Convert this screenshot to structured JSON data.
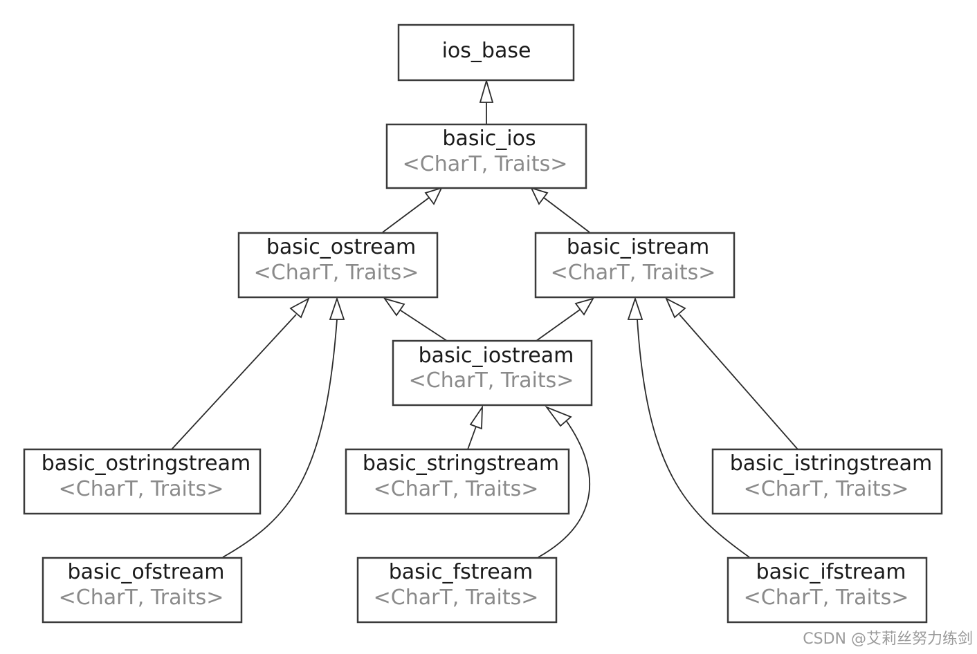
{
  "nodes": {
    "ios_base": {
      "name": "ios_base",
      "params": ""
    },
    "basic_ios": {
      "name": "basic_ios",
      "params": "<CharT, Traits>"
    },
    "basic_ostream": {
      "name": "basic_ostream",
      "params": "<CharT, Traits>"
    },
    "basic_istream": {
      "name": "basic_istream",
      "params": "<CharT, Traits>"
    },
    "basic_iostream": {
      "name": "basic_iostream",
      "params": "<CharT, Traits>"
    },
    "basic_ostringstream": {
      "name": "basic_ostringstream",
      "params": "<CharT, Traits>"
    },
    "basic_stringstream": {
      "name": "basic_stringstream",
      "params": "<CharT, Traits>"
    },
    "basic_istringstream": {
      "name": "basic_istringstream",
      "params": "<CharT, Traits>"
    },
    "basic_ofstream": {
      "name": "basic_ofstream",
      "params": "<CharT, Traits>"
    },
    "basic_fstream": {
      "name": "basic_fstream",
      "params": "<CharT, Traits>"
    },
    "basic_ifstream": {
      "name": "basic_ifstream",
      "params": "<CharT, Traits>"
    }
  },
  "edges": [
    {
      "from": "basic_ios",
      "to": "ios_base"
    },
    {
      "from": "basic_ostream",
      "to": "basic_ios"
    },
    {
      "from": "basic_istream",
      "to": "basic_ios"
    },
    {
      "from": "basic_iostream",
      "to": "basic_ostream"
    },
    {
      "from": "basic_iostream",
      "to": "basic_istream"
    },
    {
      "from": "basic_ostringstream",
      "to": "basic_ostream"
    },
    {
      "from": "basic_ofstream",
      "to": "basic_ostream"
    },
    {
      "from": "basic_stringstream",
      "to": "basic_iostream"
    },
    {
      "from": "basic_fstream",
      "to": "basic_iostream"
    },
    {
      "from": "basic_istringstream",
      "to": "basic_istream"
    },
    {
      "from": "basic_ifstream",
      "to": "basic_istream"
    }
  ],
  "watermark": "CSDN @艾莉丝努力练剑"
}
